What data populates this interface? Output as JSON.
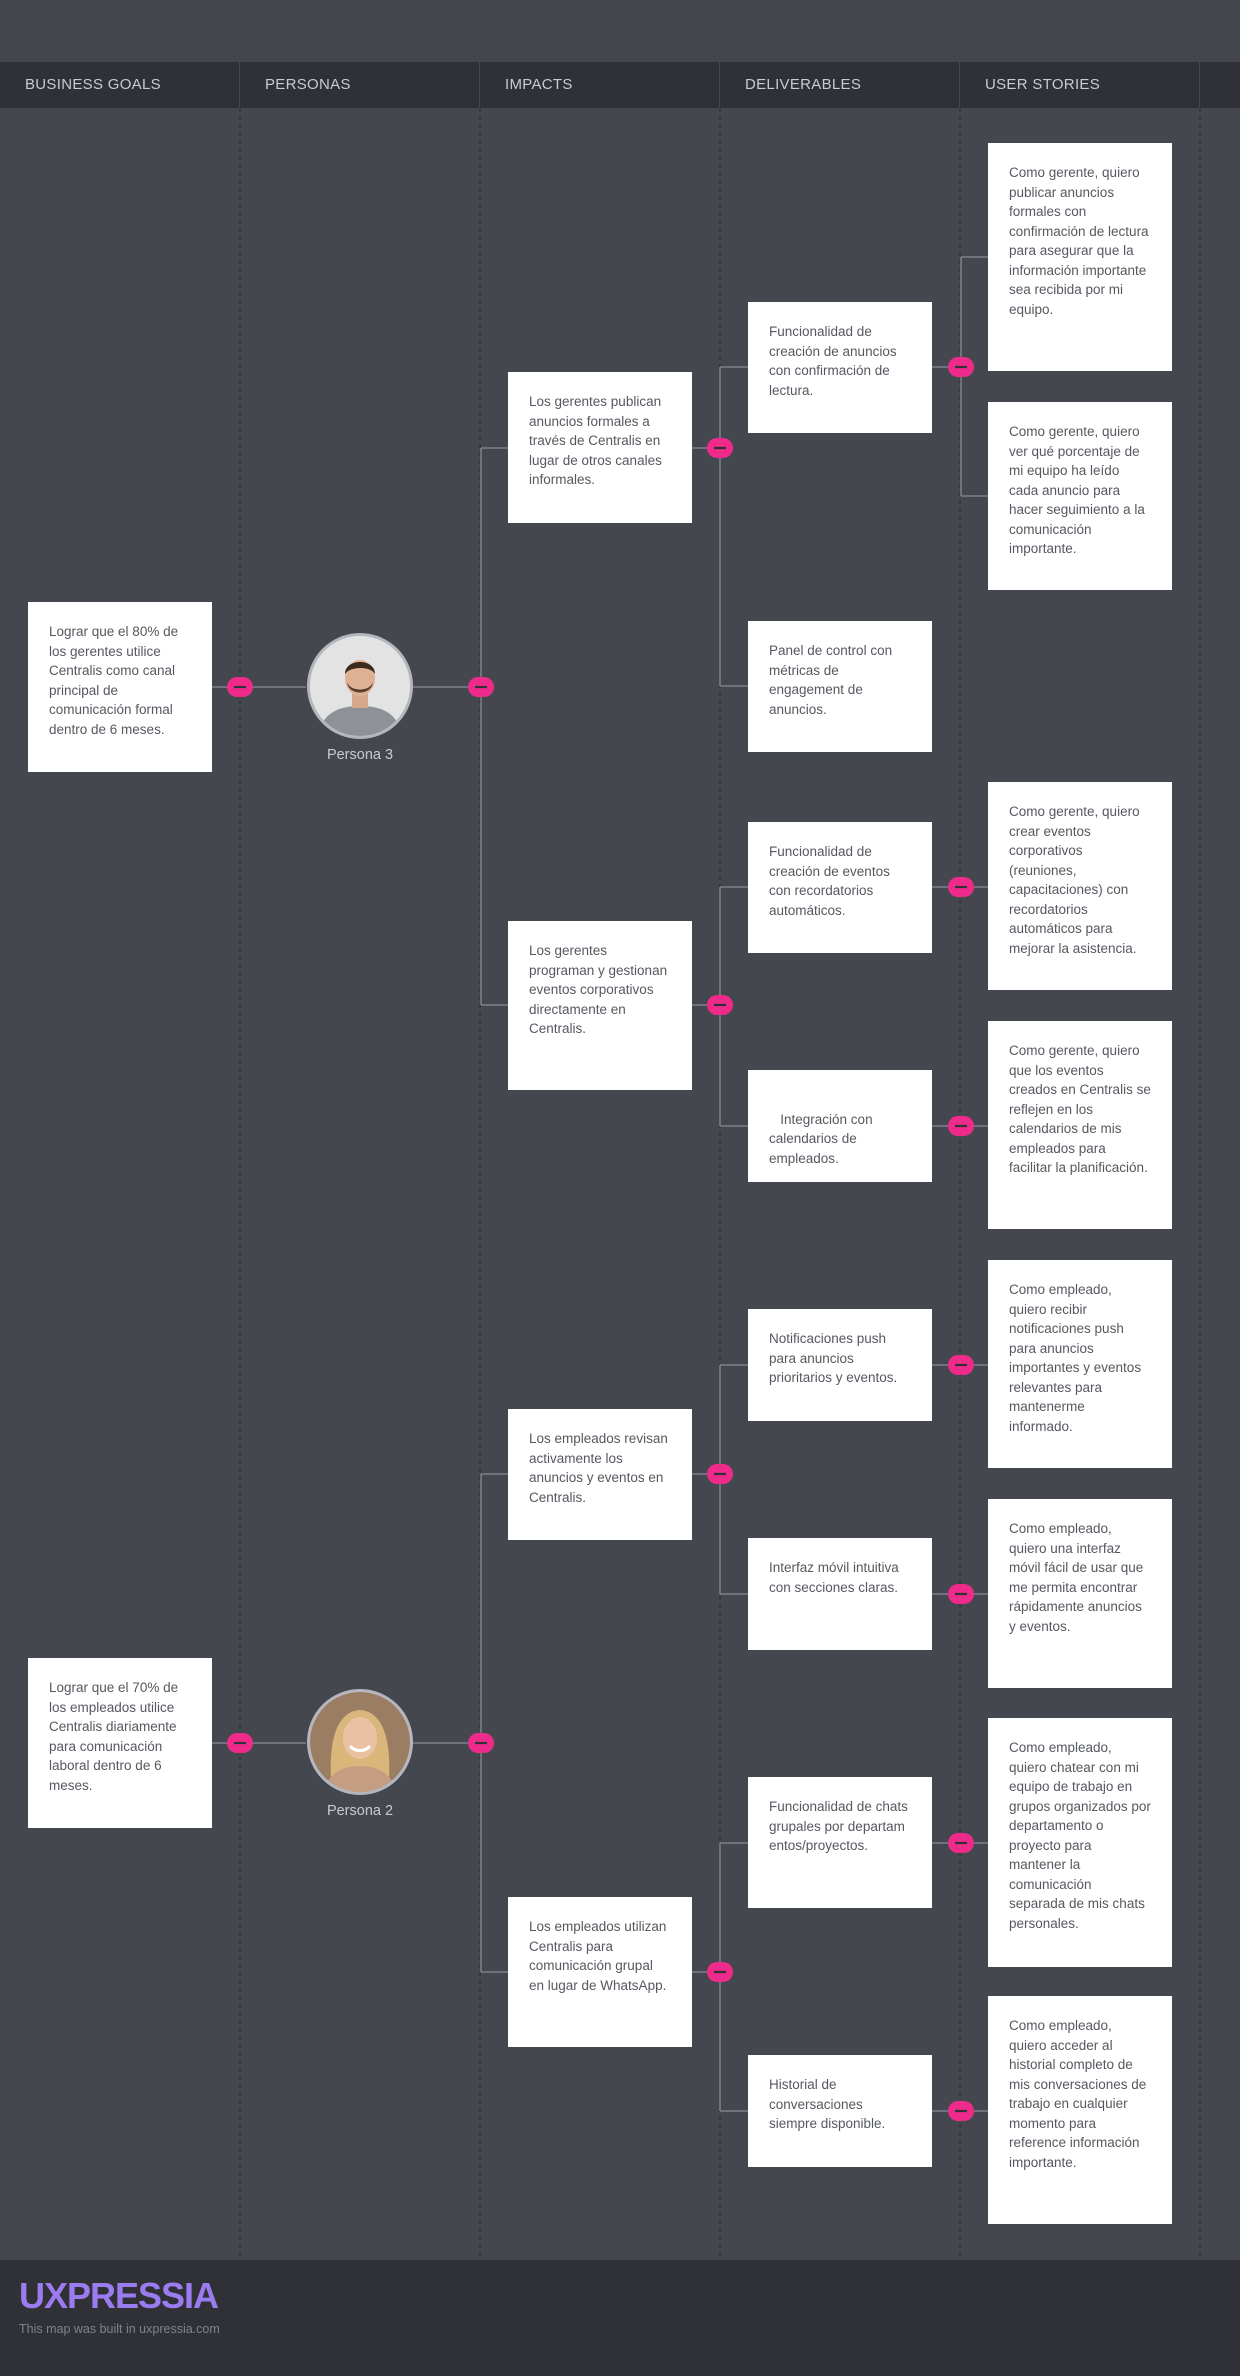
{
  "header": {
    "columns": [
      "BUSINESS GOALS",
      "PERSONAS",
      "IMPACTS",
      "DELIVERABLES",
      "USER STORIES"
    ]
  },
  "colors": {
    "background": "#44474e",
    "header": "#2f3137",
    "accent": "#ee2b8a",
    "connector": "#8a8d93",
    "card": "#ffffff",
    "logo": "#9b7cf0"
  },
  "goals": [
    "Lograr que el 80% de los gerentes utilice Centralis como canal principal de comunicación formal dentro de 6 meses.",
    "Lograr que el 70% de los empleados utilice Centralis diariamente para comunicación laboral dentro de 6 meses."
  ],
  "personas": [
    {
      "name": "Persona 3",
      "icon": "avatar-man-icon"
    },
    {
      "name": "Persona 2",
      "icon": "avatar-woman-icon"
    }
  ],
  "impacts": [
    "Los gerentes publican anuncios formales a través de Centralis en lugar de otros canales informales.",
    "Los gerentes programan y gestionan eventos corporativos directamente en Centralis.",
    "Los empleados revisan activamente los anuncios y eventos en Centralis.",
    "Los empleados utilizan Centralis para comunicación grupal en lugar de WhatsApp."
  ],
  "deliverables": [
    "Funcionalidad de creación de anuncios con confirmación de lectura.",
    "Panel de control con métricas de engagement de anuncios.",
    "Funcionalidad de creación de eventos con recordatorios automáticos.",
    " Integración con calendarios de empleados.",
    "Notificaciones push para anuncios prioritarios y eventos.",
    "Interfaz móvil intuitiva con secciones claras.",
    "Funcionalidad de chats grupales por departamentos/proyectos.",
    "Historial de conversaciones siempre disponible."
  ],
  "stories": [
    "Como gerente, quiero publicar anuncios formales con confirmación de lectura para asegurar que la información importante sea recibida por mi equipo.",
    "Como gerente, quiero ver qué porcentaje de mi equipo ha leído cada anuncio para hacer seguimiento a la comunicación importante.",
    "Como gerente, quiero crear eventos corporativos (reuniones, capacitaciones) con recordatorios automáticos para mejorar la asistencia.",
    "Como gerente, quiero que los eventos creados en Centralis se reflejen en los calendarios de mis empleados para facilitar la planificación.",
    "Como empleado, quiero recibir notificaciones push para anuncios importantes y eventos relevantes para mantenerme informado.",
    "Como empleado, quiero una interfaz móvil fácil de usar que me permita encontrar rápidamente anuncios y eventos.",
    "Como empleado, quiero chatear con mi equipo de trabajo en grupos organizados por departamento o proyecto para mantener la comunicación separada de mis chats personales.",
    "Como empleado, quiero acceder al historial completo de mis conversaciones de trabajo en cualquier momento para reference información importante."
  ],
  "footer": {
    "logo": "UXPRESSIA",
    "note": "This map was built in uxpressia.com"
  }
}
